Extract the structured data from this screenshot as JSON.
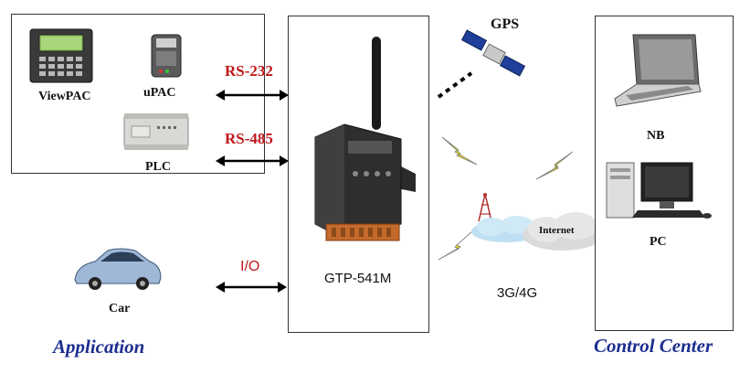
{
  "devices": {
    "viewpac": "ViewPAC",
    "upac": "uPAC",
    "plc": "PLC",
    "car": "Car",
    "nb": "NB",
    "pc": "PC"
  },
  "links": {
    "rs232": "RS-232",
    "rs485": "RS-485",
    "io": "I/O",
    "gps": "GPS",
    "internet": "Internet",
    "network": "3G/4G"
  },
  "gateway": {
    "name": "GTP-541M"
  },
  "sections": {
    "application": "Application",
    "control_center": "Control Center"
  },
  "colors": {
    "link_red": "#c0181c",
    "section_blue": "#1d2f8f",
    "lightning_yellow": "#f2e600"
  }
}
